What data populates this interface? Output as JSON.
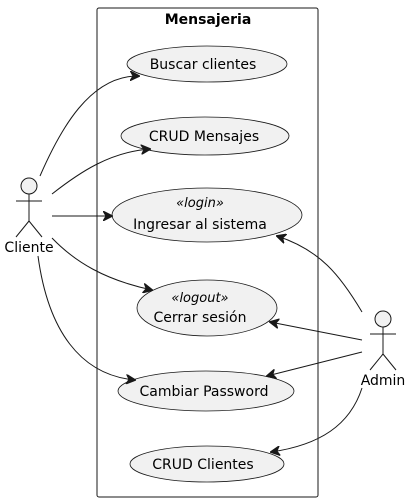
{
  "diagram": {
    "boundary_title": "Mensajeria",
    "actors": {
      "cliente": "Cliente",
      "admin": "Admin"
    },
    "use_cases": {
      "buscar": {
        "label": "Buscar clientes"
      },
      "crud_mensajes": {
        "label": "CRUD Mensajes"
      },
      "login": {
        "stereotype": "«login»",
        "label": "Ingresar al sistema"
      },
      "logout": {
        "stereotype": "«logout»",
        "label": "Cerrar sesión"
      },
      "password": {
        "label": "Cambiar Password"
      },
      "crud_clientes": {
        "label": "CRUD Clientes"
      }
    },
    "colors": {
      "node_fill": "#f1f1f1",
      "stroke": "#181818",
      "background": "#ffffff"
    }
  }
}
